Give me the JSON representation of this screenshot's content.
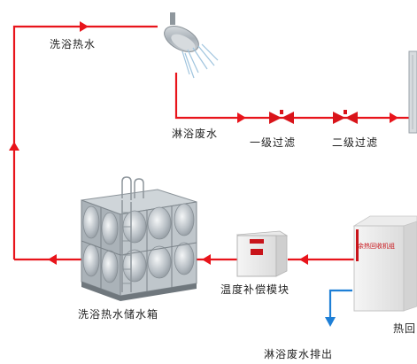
{
  "labels": {
    "shower_hot_water": "洗浴热水",
    "shower_waste_water": "淋浴废水",
    "primary_filter": "一级过滤",
    "secondary_filter": "二级过滤",
    "temp_compensation_module": "温度补偿模块",
    "hot_water_storage_tank": "洗浴热水储水箱",
    "heat_recovery_unit_partial": "热回",
    "waste_water_discharge": "淋浴废水排出",
    "unit_panel_text": "余热回收机组"
  },
  "colors": {
    "hot_flow": "#e8141b",
    "cold_flow": "#1e7fd6",
    "valve": "#d9141a",
    "tank_steel": "#b9c0c6",
    "module_body": "#f2f2f2",
    "module_panel": "#c8141a"
  },
  "icons": {
    "shower": "shower-head-icon",
    "valve": "butterfly-valve-icon",
    "tank": "steel-water-tank-icon",
    "module": "control-box-icon",
    "unit": "heat-recovery-unit-icon"
  }
}
